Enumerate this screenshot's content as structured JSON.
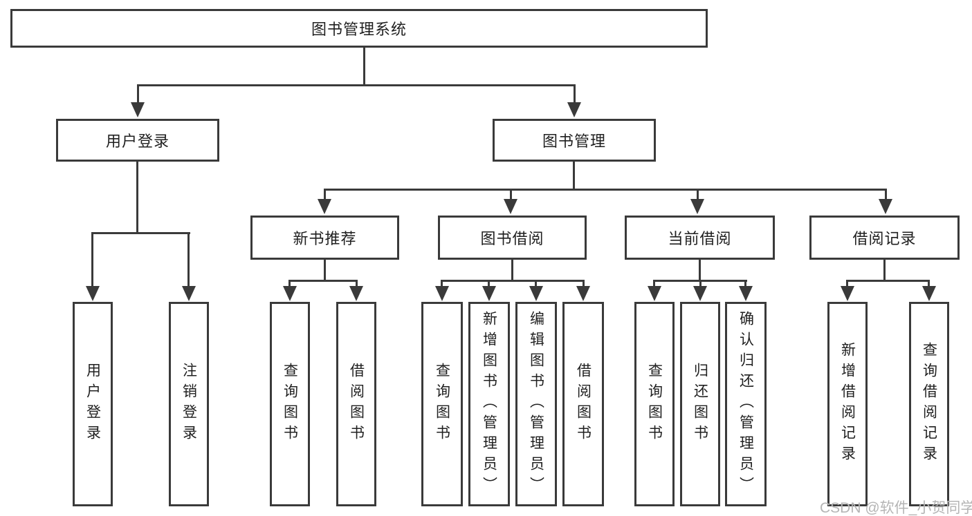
{
  "tree": {
    "label": "图书管理系统",
    "children": [
      {
        "label": "用户登录",
        "children": [
          {
            "label": "用户登录"
          },
          {
            "label": "注销登录"
          }
        ]
      },
      {
        "label": "图书管理",
        "children": [
          {
            "label": "新书推荐",
            "children": [
              {
                "label": "查询图书"
              },
              {
                "label": "借阅图书"
              }
            ]
          },
          {
            "label": "图书借阅",
            "children": [
              {
                "label": "查询图书"
              },
              {
                "label": "新增图书（管理员）"
              },
              {
                "label": "编辑图书（管理员）"
              },
              {
                "label": "借阅图书"
              }
            ]
          },
          {
            "label": "当前借阅",
            "children": [
              {
                "label": "查询图书"
              },
              {
                "label": "归还图书"
              },
              {
                "label": "确认归还（管理员）"
              }
            ]
          },
          {
            "label": "借阅记录",
            "children": [
              {
                "label": "新增借阅记录"
              },
              {
                "label": "查询借阅记录"
              }
            ]
          }
        ]
      }
    ]
  },
  "watermark": {
    "text": "CSDN @软件_小贺同学"
  },
  "colors": {
    "stroke": "#3a3a3a",
    "text": "#1f1f1f",
    "watermark": "#b5b5b5",
    "background": "#ffffff"
  }
}
